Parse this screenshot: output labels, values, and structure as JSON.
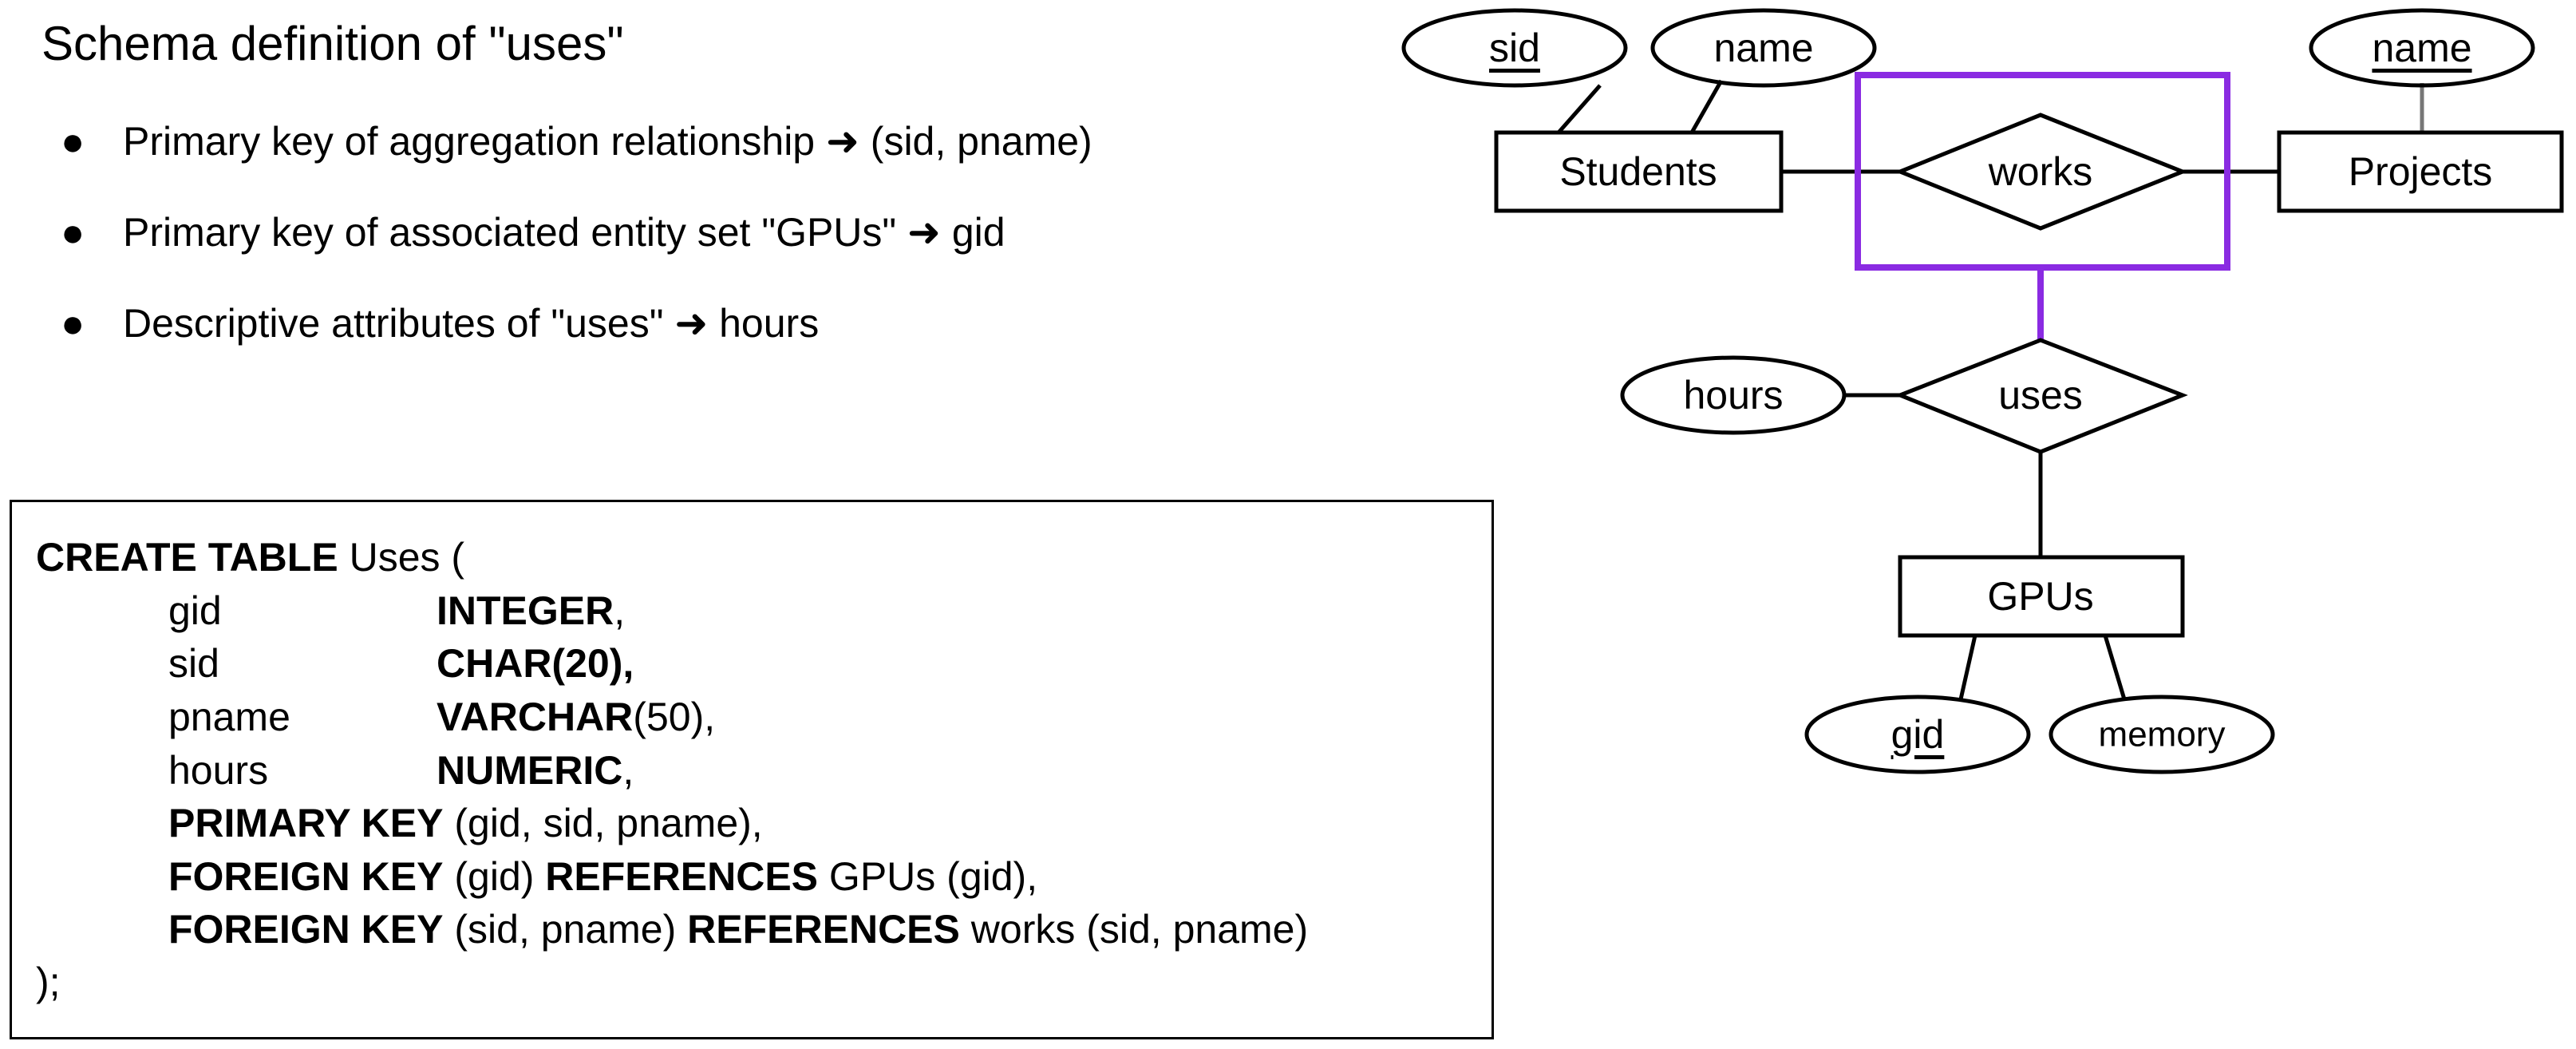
{
  "schema": {
    "title": "Schema definition of \"uses\"",
    "bullets": [
      {
        "bullet": "●",
        "text": "Primary key of aggregation relationship ➜ (sid, pname)"
      },
      {
        "bullet": "●",
        "text": "Primary key of associated entity set \"GPUs\" ➜ gid"
      },
      {
        "bullet": "●",
        "text": "Descriptive attributes of \"uses\" ➜ hours"
      }
    ]
  },
  "sql": {
    "line1_kw": "CREATE TABLE",
    "line1_rest": " Uses (",
    "col_gid": "gid",
    "type_gid": "INTEGER",
    "type_gid_tail": ",",
    "col_sid": "sid",
    "type_sid": "CHAR(20),",
    "col_pname": "pname",
    "type_pname": "VARCHAR",
    "type_pname_tail": "(50),",
    "col_hours": "hours",
    "type_hours": "NUMERIC",
    "type_hours_tail": ",",
    "pk_kw": "PRIMARY KEY",
    "pk_rest": " (gid, sid, pname),",
    "fk1_kw": "FOREIGN KEY",
    "fk1_mid": " (gid) ",
    "fk1_ref": "REFERENCES",
    "fk1_rest": " GPUs (gid),",
    "fk2_kw": "FOREIGN KEY",
    "fk2_mid": " (sid, pname) ",
    "fk2_ref": "REFERENCES",
    "fk2_rest": " works (sid, pname)",
    "close": ");"
  },
  "er": {
    "colors": {
      "aggregation": "#8a2be2",
      "line": "#000000",
      "key_link": "#777777"
    },
    "attr_sid": "sid",
    "attr_student_name": "name",
    "entity_students": "Students",
    "rel_works": "works",
    "entity_projects": "Projects",
    "attr_project_name": "name",
    "attr_hours": "hours",
    "rel_uses": "uses",
    "entity_gpus": "GPUs",
    "attr_gid": "gid",
    "attr_memory": "memory"
  }
}
